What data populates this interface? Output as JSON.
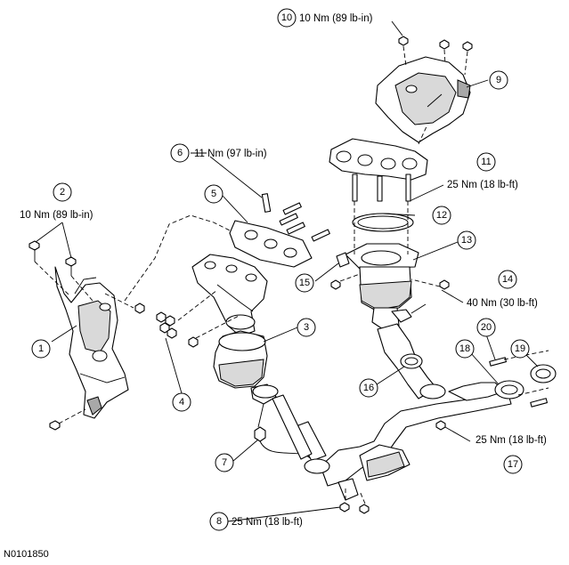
{
  "callouts": {
    "c1": "1",
    "c2": "2",
    "c3": "3",
    "c4": "4",
    "c5": "5",
    "c6": "6",
    "c7": "7",
    "c8": "8",
    "c9": "9",
    "c10": "10",
    "c11": "11",
    "c12": "12",
    "c13": "13",
    "c14": "14",
    "c15": "15",
    "c16": "16",
    "c17": "17",
    "c18": "18",
    "c19": "19",
    "c20": "20"
  },
  "torques": {
    "t10": "10 Nm (89 lb-in)",
    "t6": "11 Nm (97 lb-in)",
    "t2": "10 Nm (89 lb-in)",
    "t11": "25 Nm (18 lb-ft)",
    "t14": "40 Nm (30 lb-ft)",
    "t17": "25 Nm (18 lb-ft)",
    "t8": "25 Nm (18 lb-ft)"
  },
  "figure_id": "N0101850"
}
